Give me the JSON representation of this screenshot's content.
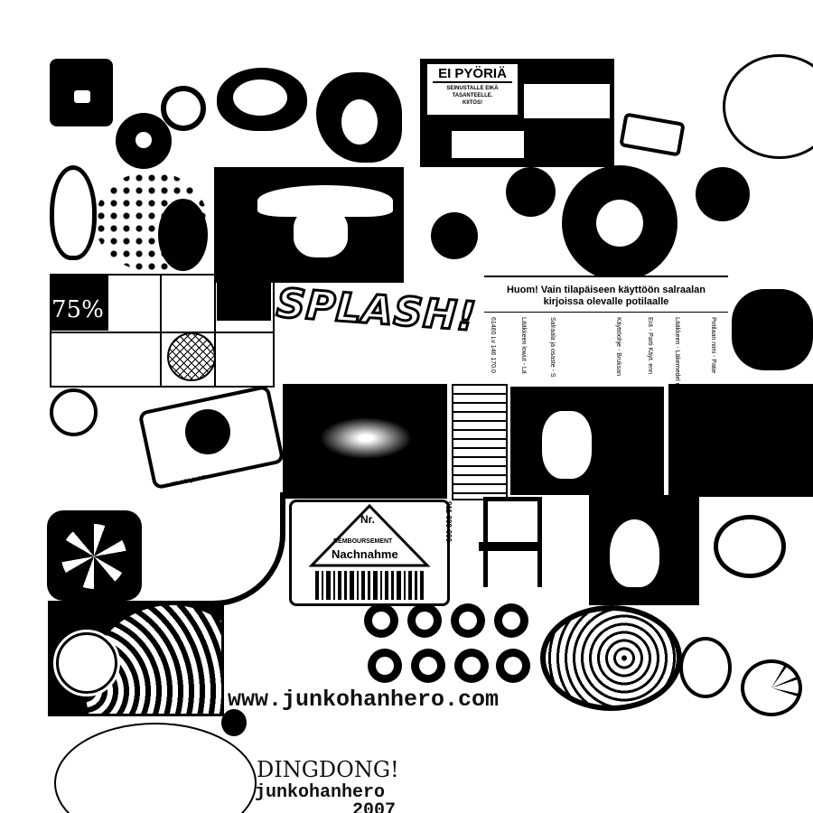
{
  "artwork": {
    "sign": {
      "title": "EI PYÖRIÄ",
      "subtitle_lines": [
        "SEINUSTALLE EIKÄ",
        "TASANTEELLE.",
        "KIITOS!"
      ]
    },
    "prescription_label": {
      "heading_line1": "Huom! Vain tilapäiseen käyttöön salraalan",
      "heading_line2": "kirjoissa olevalle potilaalle",
      "columns": [
        "61460 Lv 146 170.0",
        "Lääkkeen lowut - Lä",
        "Salraala ja osaste - S",
        "Käyttöohje - Bruksan",
        "Erä - Parti  Käyt. enn",
        "Lääkkeen - Läkemedel nimi - namn, lääkemu",
        "Potilaan nimi - Patie"
      ]
    },
    "splash_text": "SPLASH!",
    "percent_text": "75%",
    "camera_text": "Mini Digital Camera",
    "parcel_label": {
      "nr": "Nr.",
      "remboursement": "REMBOURSEMENT",
      "nachnahme": "Nachnahme",
      "side_code": "911-000-000"
    },
    "url": "www.junkohanhero.com",
    "credit_title": "DINGDONG!",
    "credit_name": "junkohanhero",
    "credit_year": "2007"
  }
}
